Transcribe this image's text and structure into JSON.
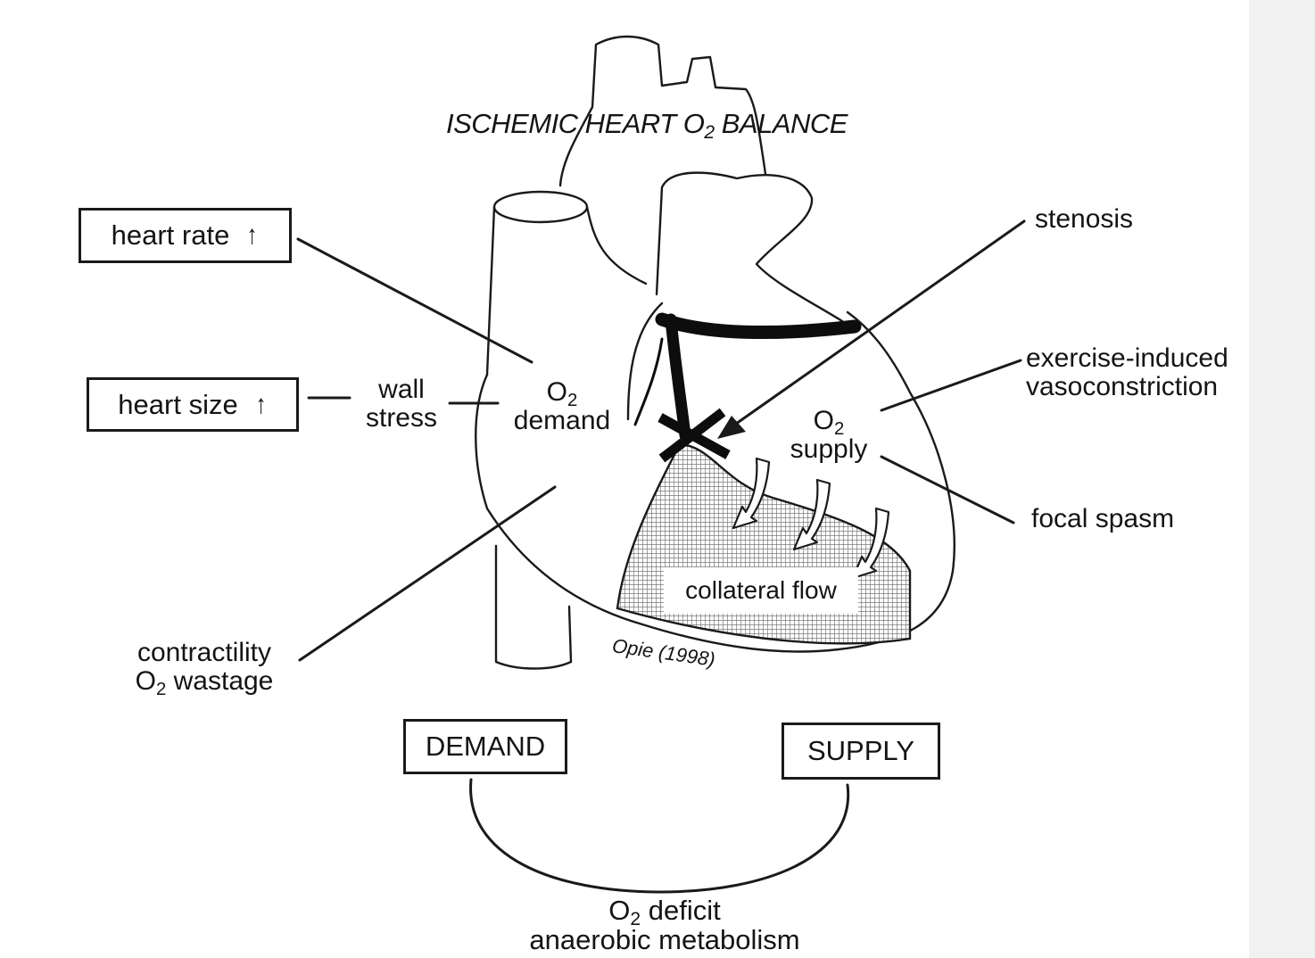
{
  "title": {
    "pre": "ISCHEMIC HEART O",
    "sub": "2",
    "post": " BALANCE"
  },
  "boxes": {
    "heart_rate": "heart rate",
    "heart_size": "heart size",
    "increase_arrow": "↑",
    "demand": "DEMAND",
    "supply": "SUPPLY",
    "collateral_flow": "collateral flow"
  },
  "labels": {
    "wall": "wall",
    "stress": "stress",
    "o2_demand": {
      "o": "O",
      "sub": "2",
      "word": "demand"
    },
    "o2_supply": {
      "o": "O",
      "sub": "2",
      "word": "supply"
    },
    "stenosis": "stenosis",
    "exercise_induced": "exercise-induced",
    "vasoconstriction": "vasoconstriction",
    "focal_spasm": "focal spasm",
    "contractility": "contractility",
    "o2_wastage": {
      "o": "O",
      "sub": "2",
      "word": " wastage"
    },
    "o2_deficit": {
      "o": "O",
      "sub": "2",
      "word": " deficit"
    },
    "anaerobic_metabolism": "anaerobic metabolism",
    "citation": "Opie (1998)"
  },
  "colors": {
    "ink": "#141414",
    "paper": "#ffffff",
    "hatch": "#9a9a9a"
  }
}
